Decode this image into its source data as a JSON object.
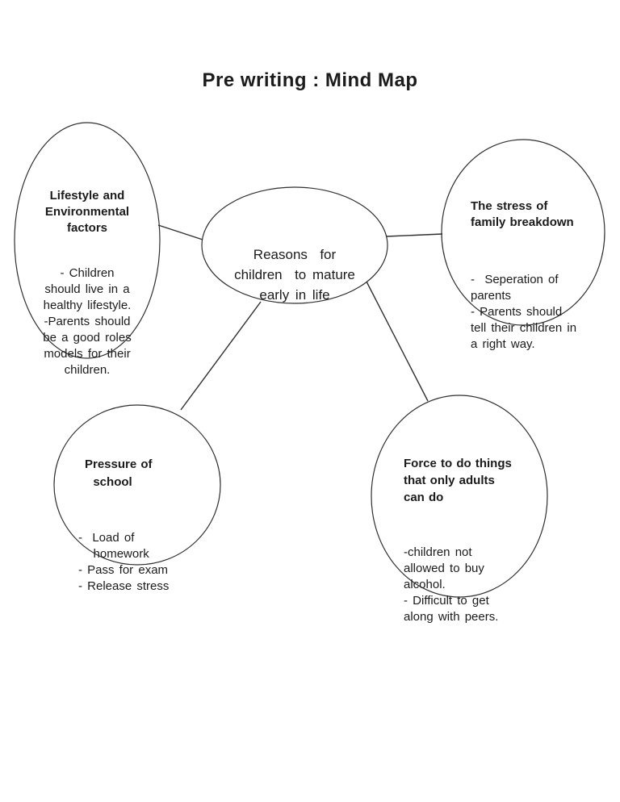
{
  "title": "Pre writing : Mind Map",
  "nodes": {
    "center": {
      "heading": "Reasons  for\nchildren  to mature\nearly in life"
    },
    "lifestyle": {
      "heading": "Lifestyle and\nEnvironmental\nfactors",
      "body": "- Children\nshould live in a\nhealthy lifestyle.\n-Parents should\nbe a good roles\nmodels for their\nchildren."
    },
    "stress": {
      "heading": "The stress of\nfamily breakdown",
      "body": "-  Seperation of\nparents\n- Parents should\ntell their children in\na right way."
    },
    "pressure": {
      "heading": "Pressure of\n  school",
      "body": "-  Load of\n   homework\n- Pass for exam\n- Release stress"
    },
    "force": {
      "heading": "Force to do things\nthat only adults\ncan do",
      "body": "-children not\nallowed to buy\nalcohol.\n- Difficult to get\nalong with peers."
    }
  },
  "colors": {
    "background": "#ffffff",
    "stroke": "#2f2f2f",
    "text": "#1b1b1b"
  }
}
